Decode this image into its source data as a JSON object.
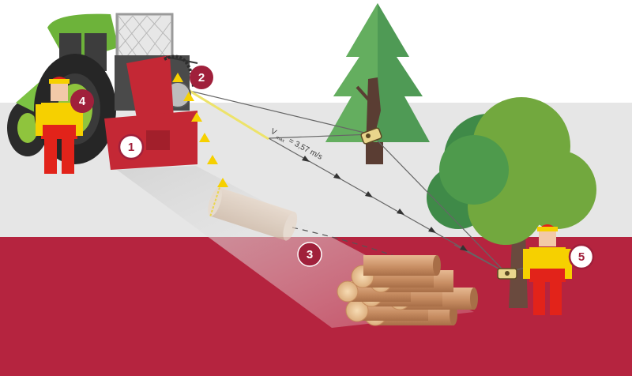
{
  "diagram": {
    "speed_label": {
      "symbol": "V",
      "subscript": "max",
      "text": "= 3,57 m/s"
    },
    "markers": [
      {
        "id": "1",
        "label": "1",
        "style": "white"
      },
      {
        "id": "2",
        "label": "2",
        "style": "crimson"
      },
      {
        "id": "3",
        "label": "3",
        "style": "crimson"
      },
      {
        "id": "4",
        "label": "4",
        "style": "crimson"
      },
      {
        "id": "5",
        "label": "5",
        "style": "white"
      }
    ],
    "colors": {
      "ground_band": "#b5243f",
      "horizon_band": "#e6e6e6",
      "winch_red": "#c42835",
      "tractor_green": "#7cc243",
      "tree_dark": "#3f8a48",
      "tree_light": "#72a83e",
      "worker_yellow": "#f6d000",
      "worker_red": "#e2231a",
      "rope_yellow": "#ede36a",
      "marker_crimson": "#a0203b",
      "log_wood": "#d9a67a"
    }
  }
}
